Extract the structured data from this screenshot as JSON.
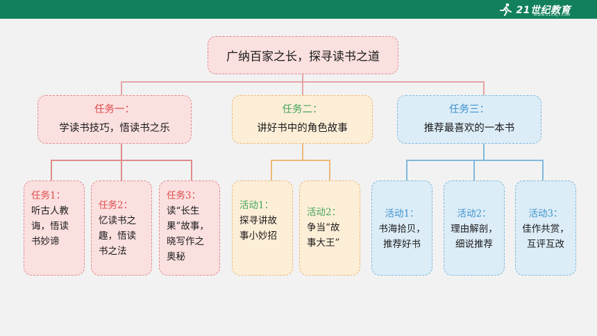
{
  "header": {
    "logo_text": "21世纪教育",
    "logo_sub": "WWW.21CNJY.COM"
  },
  "root": {
    "label": "广纳百家之长，探寻读书之道"
  },
  "tasks": [
    {
      "title": "任务一：",
      "desc": "学读书技巧，悟读书之乐"
    },
    {
      "title": "任务二：",
      "desc": "讲好书中的角色故事"
    },
    {
      "title": "任务三：",
      "desc": "推荐最喜欢的一本书"
    }
  ],
  "subtasks": [
    {
      "title": "任务1：",
      "lines": [
        "听古人教",
        "诲，悟读",
        "书妙谛"
      ]
    },
    {
      "title": "任务2：",
      "lines": [
        "忆读书之",
        "趣，悟读",
        "书之法"
      ]
    },
    {
      "title": "任务3：",
      "lines": [
        "读“长生",
        "果”故事，",
        "晓写作之",
        "奥秘"
      ]
    }
  ],
  "activities_2": [
    {
      "title": "活动1：",
      "lines": [
        "探寻讲故",
        "事小妙招"
      ]
    },
    {
      "title": "活动2：",
      "lines": [
        "争当“故",
        "事大王”"
      ]
    }
  ],
  "activities_3": [
    {
      "title": "活动1：",
      "lines": [
        "书海拾贝，",
        "推荐好书"
      ]
    },
    {
      "title": "活动2：",
      "lines": [
        "理由解剖，",
        "细说推荐"
      ]
    },
    {
      "title": "活动3：",
      "lines": [
        "佳作共赏，",
        "互评互改"
      ]
    }
  ],
  "colors": {
    "header_green": "#12805c",
    "pink_border": "#e08a8a",
    "orange_border": "#ecb878",
    "blue_border": "#7fb8dc",
    "title_red": "#e14b4b",
    "title_green": "#42a75a",
    "title_blue": "#3e93cc"
  },
  "icons": [
    "running-figure-logo-icon"
  ]
}
